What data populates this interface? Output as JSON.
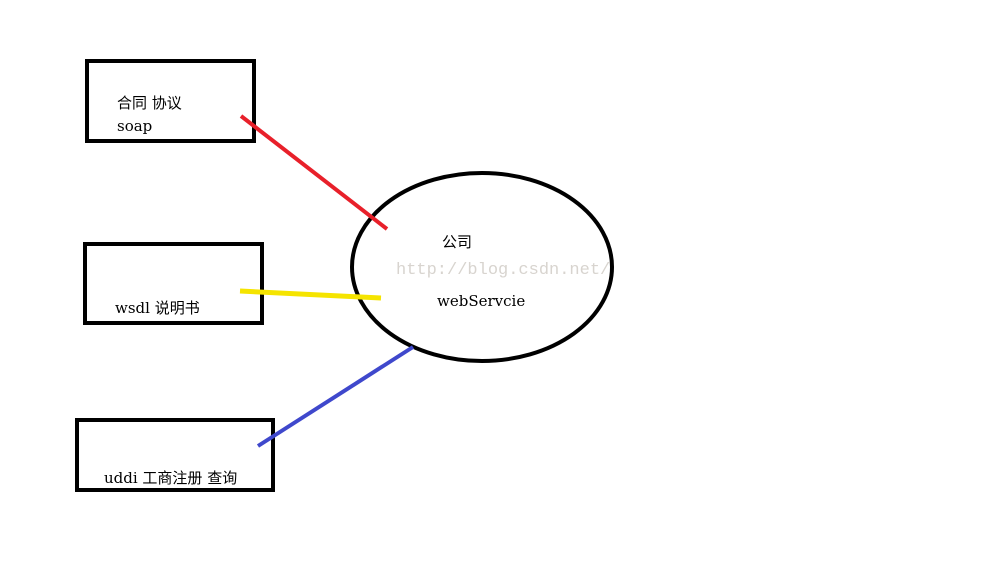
{
  "boxes": {
    "contract": {
      "line1": "合同 协议",
      "line2": "soap"
    },
    "wsdl": {
      "label": "wsdl 说明书"
    },
    "uddi": {
      "label": "uddi 工商注册  查询"
    }
  },
  "ellipse": {
    "title": "公司",
    "subtitle": "webServcie"
  },
  "watermark": "http://blog.csdn.net/",
  "colors": {
    "contract_line": "#e8202a",
    "wsdl_line": "#f5e400",
    "uddi_line": "#3f48cc",
    "outline": "#000000"
  }
}
